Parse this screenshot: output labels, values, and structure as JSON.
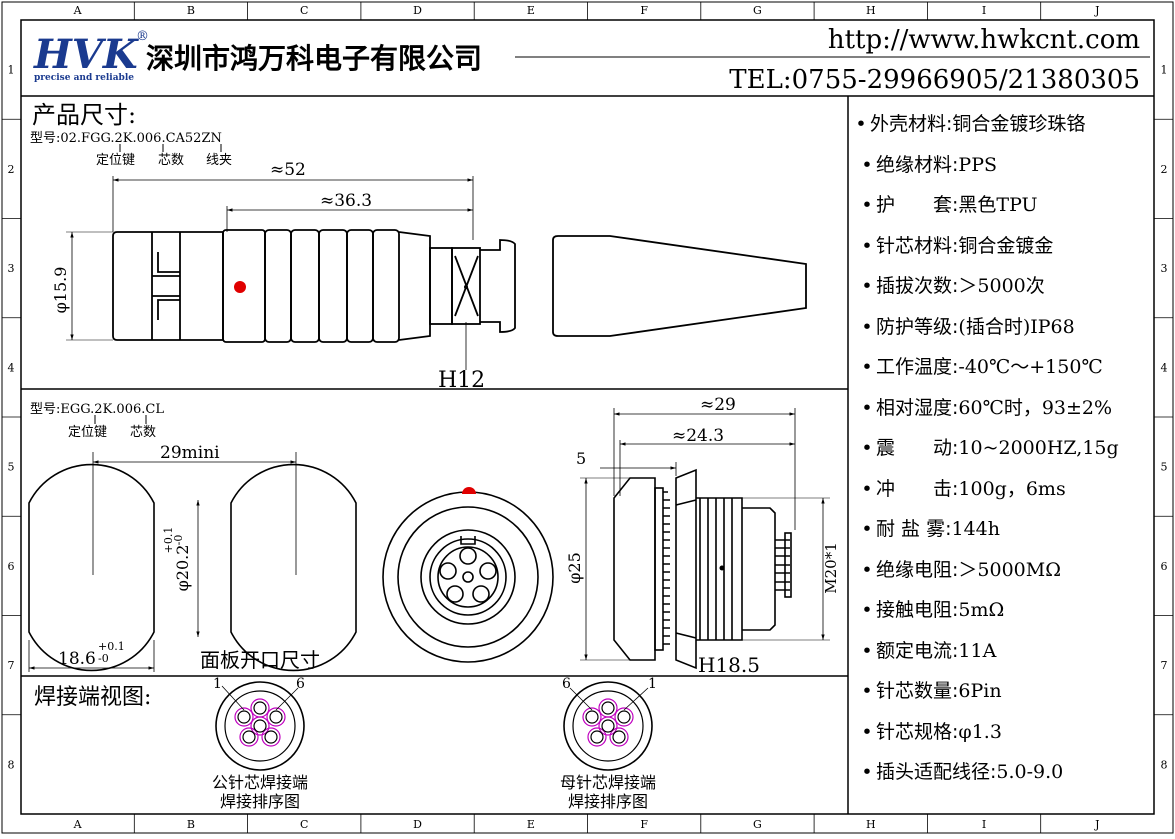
{
  "header": {
    "logo": "HVK",
    "logo_mark": "®",
    "slogan": "precise and reliable",
    "company": "深圳市鸿万科电子有限公司",
    "url": "http://www.hwkcnt.com",
    "tel": "TEL:0755-29966905/21380305"
  },
  "grid": {
    "columns": [
      "A",
      "B",
      "C",
      "D",
      "E",
      "F",
      "G",
      "H",
      "I",
      "J"
    ],
    "rows": [
      "1",
      "2",
      "3",
      "4",
      "5",
      "6",
      "7",
      "8"
    ]
  },
  "plug": {
    "title": "产品尺寸:",
    "model": "型号:02.FGG.2K.006.CA52ZN",
    "legend": [
      "定位键",
      "芯数",
      "线夹"
    ],
    "dim_total": "≈52",
    "dim_body": "≈36.3",
    "dim_dia": "φ15.9",
    "dim_hex": "H12"
  },
  "socket": {
    "model": "型号:EGG.2K.006.CL",
    "legend": [
      "定位键",
      "芯数"
    ],
    "cutout_width": "29mini",
    "cutout_dia": "φ20.2",
    "cutout_dia_tol_up": "+0.1",
    "cutout_dia_tol_dn": "-0",
    "cutout_flat": "18.6",
    "cutout_flat_tol_up": "+0.1",
    "cutout_flat_tol_dn": "-0",
    "cutout_title": "面板开口尺寸",
    "dim_total": "≈29",
    "dim_body": "≈24.3",
    "dim_flange": "5",
    "dim_dia": "φ25",
    "dim_thread": "M20*1",
    "dim_hex": "H18.5"
  },
  "solder": {
    "title": "焊接端视图:",
    "male_pin_left": "1",
    "male_pin_right": "6",
    "male_label": "公针芯焊接端",
    "male_sub": "焊接排序图",
    "female_pin_left": "6",
    "female_pin_right": "1",
    "female_label": "母针芯焊接端",
    "female_sub": "焊接排序图"
  },
  "specs": [
    {
      "label": "外壳材料:",
      "value": "铜合金镀珍珠铬"
    },
    {
      "label": "绝缘材料:",
      "value": "PPS"
    },
    {
      "label": "护　　套:",
      "value": "黑色TPU"
    },
    {
      "label": "针芯材料:",
      "value": "铜合金镀金"
    },
    {
      "label": "插拔次数:",
      "value": "＞5000次"
    },
    {
      "label": "防护等级:",
      "value": "(插合时)IP68"
    },
    {
      "label": "工作温度:",
      "value": "-40℃～+150℃"
    },
    {
      "label": "相对湿度:",
      "value": "60℃时，93±2%"
    },
    {
      "label": "震　　动:",
      "value": "10~2000HZ,15g"
    },
    {
      "label": "冲　　击:",
      "value": "100g，6ms"
    },
    {
      "label": "耐 盐 雾:",
      "value": "144h"
    },
    {
      "label": "绝缘电阻:",
      "value": "＞5000MΩ"
    },
    {
      "label": "接触电阻:",
      "value": "5mΩ"
    },
    {
      "label": "额定电流:",
      "value": "11A"
    },
    {
      "label": "针芯数量:",
      "value": "6Pin"
    },
    {
      "label": "针芯规格:",
      "value": "φ1.3"
    },
    {
      "label": "插头适配线径:",
      "value": "5.0-9.0"
    }
  ],
  "colors": {
    "logo": "#1a3a8f",
    "marker": "#e00000",
    "pin_ring": "#c000c0"
  }
}
